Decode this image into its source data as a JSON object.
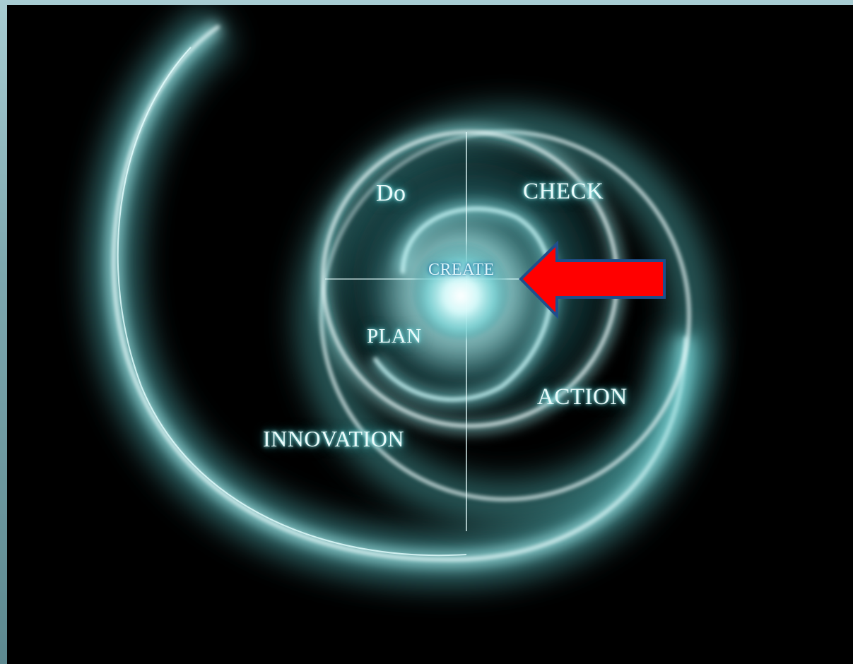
{
  "diagram": {
    "labels": {
      "do": "Do",
      "check": "CHECK",
      "create": "CREATE",
      "plan": "PLAN",
      "action": "ACTION",
      "innovation": "INNOVATION"
    },
    "colors": {
      "glow": "#7fe3e6",
      "ring": "#ecffff",
      "arrow_fill": "#ff0000",
      "arrow_stroke": "#1f4e8c",
      "background": "#000000",
      "frame": "#8db5bb"
    },
    "icons": {
      "pointer": "red-arrow-pointing-left"
    }
  }
}
